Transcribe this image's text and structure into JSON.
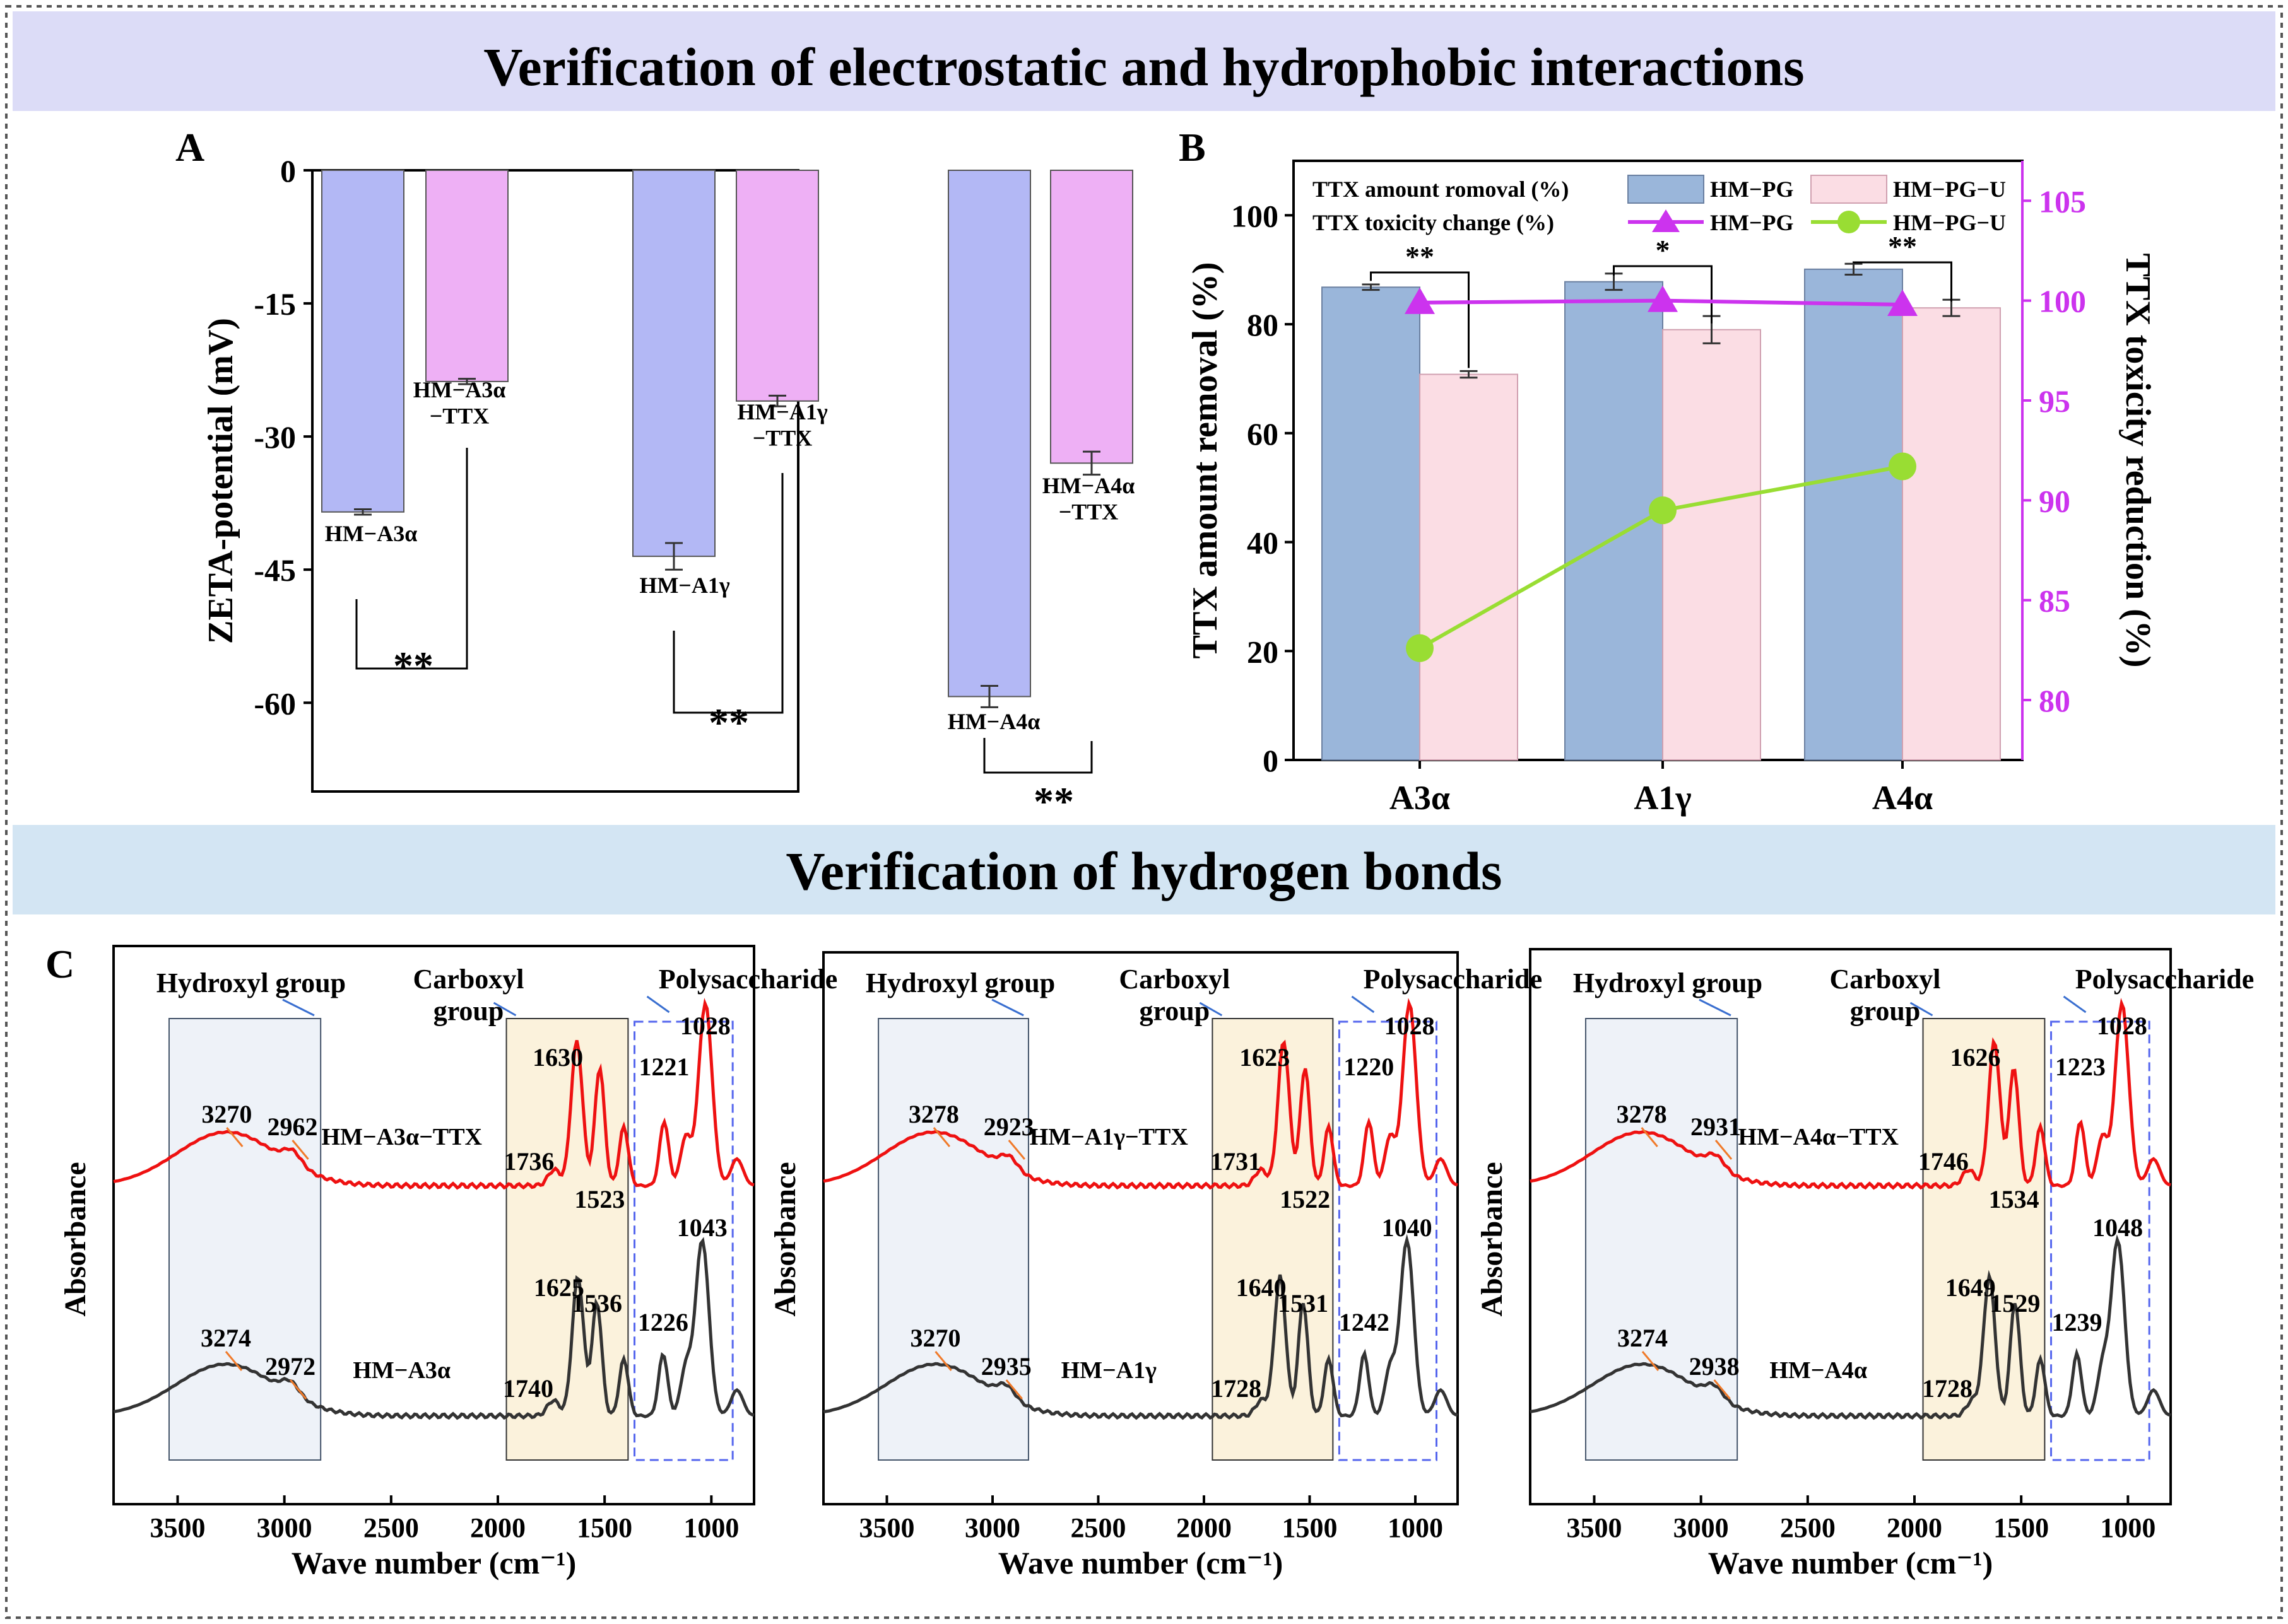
{
  "banners": {
    "top": "Verification of electrostatic and hydrophobic interactions",
    "middle": "Verification of hydrogen bonds"
  },
  "colors": {
    "banner_top": "#dcdcf7",
    "banner_mid": "#d3e5f3",
    "bar_blue": "#b3b8f5",
    "bar_pink": "#eeb0f5",
    "b_blue": "#9ab6da",
    "b_pink": "#fbdde4",
    "b_magenta": "#cc33ee",
    "b_green": "#99dd33",
    "ir_red": "#ee1111",
    "ir_black": "#333333",
    "box_hydroxyl": "#eef2f8",
    "box_carboxyl": "#fbf2dc",
    "box_poly": "#5566ee",
    "annot_orange": "#f07a2a",
    "annot_blue": "#3a6fd0"
  },
  "chart_data": [
    {
      "panel": "A",
      "type": "bar",
      "ylabel": "ZETA-potential (mV)",
      "ylim": [
        -70,
        0
      ],
      "yticks": [
        0,
        -15,
        -30,
        -45,
        -60
      ],
      "tick_labels": [
        "0",
        "-15",
        "-30",
        "-45",
        "-60"
      ],
      "bars": [
        {
          "label": "HM−A3α",
          "value": -38.5,
          "err": 0.3,
          "color": "blue"
        },
        {
          "label": "HM−A3α\n−TTX",
          "value": -23.8,
          "err": 0.3,
          "color": "pink"
        },
        {
          "label": "HM−A1γ",
          "value": -43.5,
          "err": 1.5,
          "color": "blue"
        },
        {
          "label": "HM−A1γ\n−TTX",
          "value": -26.0,
          "err": 0.6,
          "color": "pink"
        },
        {
          "label": "HM−A4α",
          "value": -59.3,
          "err": 1.2,
          "color": "blue"
        },
        {
          "label": "HM−A4α\n−TTX",
          "value": -33.0,
          "err": 1.3,
          "color": "pink"
        }
      ],
      "significance": [
        "**",
        "**",
        "**"
      ]
    },
    {
      "panel": "B",
      "type": "bar",
      "categories": [
        "A3α",
        "A1γ",
        "A4α"
      ],
      "ylabel": "TTX amount removal (%)",
      "y2label": "TTX toxicity reduction (%)",
      "ylim": [
        0,
        110
      ],
      "yticks": [
        0,
        20,
        40,
        60,
        80,
        100
      ],
      "y2lim": [
        77,
        107
      ],
      "y2ticks": [
        80,
        85,
        90,
        95,
        100,
        105
      ],
      "legend": {
        "row1_label": "TTX amount romoval (%)",
        "row2_label": "TTX toxicity change (%)",
        "items": [
          "HM−PG",
          "HM−PG−U",
          "HM−PG",
          "HM−PG−U"
        ]
      },
      "series": [
        {
          "name": "HM−PG",
          "kind": "bar",
          "axis": "left",
          "values": [
            86.8,
            87.8,
            90.1
          ],
          "err": [
            0.5,
            1.5,
            1.0
          ]
        },
        {
          "name": "HM−PG−U",
          "kind": "bar",
          "axis": "left",
          "values": [
            70.8,
            79.0,
            83.0
          ],
          "err": [
            0.6,
            2.5,
            1.5
          ]
        },
        {
          "name": "HM−PG",
          "kind": "line",
          "axis": "right",
          "values": [
            99.9,
            100.0,
            99.8
          ]
        },
        {
          "name": "HM−PG−U",
          "kind": "line",
          "axis": "right",
          "values": [
            82.6,
            89.5,
            91.7
          ]
        }
      ],
      "significance": [
        "**",
        "*",
        "**"
      ]
    },
    {
      "panel": "C",
      "type": "line",
      "xlabel": "Wave number (cm⁻¹)",
      "ylabel": "Absorbance",
      "xlim": [
        3800,
        800
      ],
      "xticks": [
        3500,
        3000,
        2500,
        2000,
        1500,
        1000
      ],
      "regions": [
        "Hydroxyl group",
        "Carboxyl\ngroup",
        "Polysaccharide"
      ],
      "subplots": [
        {
          "ttx_label": "HM−A3α−TTX",
          "base_label": "HM−A3α",
          "ttx_peaks": [
            3270,
            2962,
            1736,
            1630,
            1523,
            1221,
            1028
          ],
          "base_peaks": [
            3274,
            2972,
            1740,
            1625,
            1536,
            1226,
            1043
          ]
        },
        {
          "ttx_label": "HM−A1γ−TTX",
          "base_label": "HM−A1γ",
          "ttx_peaks": [
            3278,
            2923,
            1731,
            1623,
            1522,
            1220,
            1028
          ],
          "base_peaks": [
            3270,
            2935,
            1728,
            1640,
            1531,
            1242,
            1040
          ]
        },
        {
          "ttx_label": "HM−A4α−TTX",
          "base_label": "HM−A4α",
          "ttx_peaks": [
            3278,
            2931,
            1746,
            1626,
            1534,
            1223,
            1028
          ],
          "base_peaks": [
            3274,
            2938,
            1728,
            1649,
            1529,
            1239,
            1048
          ]
        }
      ]
    }
  ]
}
